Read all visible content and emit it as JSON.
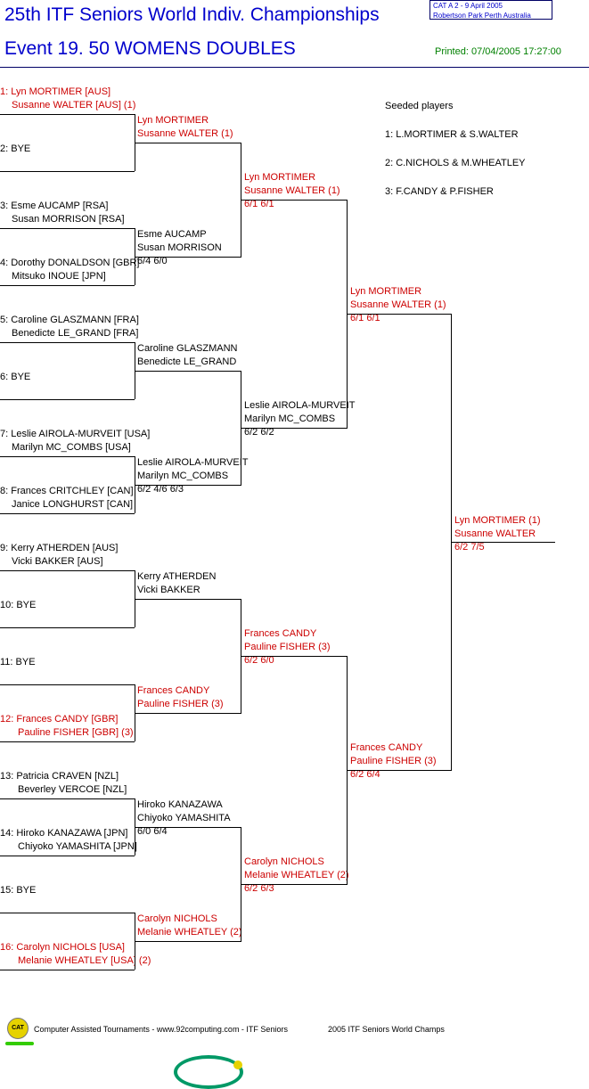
{
  "header": {
    "title": "25th ITF Seniors World Indiv. Championships",
    "event": "Event 19. 50 WOMENS DOUBLES",
    "cat_line1": "CAT A   2 - 9 April 2005",
    "cat_line2": "Robertson Park Perth    Australia",
    "printed": "Printed: 07/04/2005 17:27:00"
  },
  "seeds": {
    "heading": "Seeded players",
    "items": [
      "1: L.MORTIMER & S.WALTER",
      "2: C.NICHOLS & M.WHEATLEY",
      "3: F.CANDY & P.FISHER"
    ]
  },
  "r1": [
    {
      "a": "1: Lyn MORTIMER [AUS]",
      "b": "Susanne WALTER [AUS] (1)",
      "c": "red"
    },
    {
      "a": "2: BYE",
      "b": "",
      "c": "blk"
    },
    {
      "a": "3: Esme AUCAMP [RSA]",
      "b": "Susan MORRISON [RSA]",
      "c": "blk"
    },
    {
      "a": "4: Dorothy DONALDSON [GBR]",
      "b": "Mitsuko INOUE [JPN]",
      "c": "blk"
    },
    {
      "a": "5: Caroline GLASZMANN [FRA]",
      "b": "Benedicte LE_GRAND [FRA]",
      "c": "blk"
    },
    {
      "a": "6: BYE",
      "b": "",
      "c": "blk"
    },
    {
      "a": "7: Leslie AIROLA-MURVEIT [USA]",
      "b": "Marilyn MC_COMBS [USA]",
      "c": "blk"
    },
    {
      "a": "8: Frances CRITCHLEY [CAN]",
      "b": "Janice LONGHURST [CAN]",
      "c": "blk"
    },
    {
      "a": "9: Kerry ATHERDEN [AUS]",
      "b": "Vicki BAKKER [AUS]",
      "c": "blk"
    },
    {
      "a": "10: BYE",
      "b": "",
      "c": "blk"
    },
    {
      "a": "11: BYE",
      "b": "",
      "c": "blk"
    },
    {
      "a": "12: Frances CANDY [GBR]",
      "b": "Pauline FISHER [GBR] (3)",
      "c": "red"
    },
    {
      "a": "13: Patricia CRAVEN [NZL]",
      "b": "Beverley VERCOE [NZL]",
      "c": "blk"
    },
    {
      "a": "14: Hiroko KANAZAWA [JPN]",
      "b": "Chiyoko YAMASHITA [JPN]",
      "c": "blk"
    },
    {
      "a": "15: BYE",
      "b": "",
      "c": "blk"
    },
    {
      "a": "16: Carolyn NICHOLS [USA]",
      "b": "Melanie WHEATLEY [USA] (2)",
      "c": "red"
    }
  ],
  "r2": [
    {
      "a": "Lyn MORTIMER",
      "b": "Susanne WALTER (1)",
      "s": "",
      "c": "red"
    },
    {
      "a": "Esme AUCAMP",
      "b": "Susan MORRISON",
      "s": "6/4 6/0",
      "c": "blk"
    },
    {
      "a": "Caroline GLASZMANN",
      "b": "Benedicte LE_GRAND",
      "s": "",
      "c": "blk"
    },
    {
      "a": "Leslie AIROLA-MURVEIT",
      "b": "Marilyn MC_COMBS",
      "s": "6/2 4/6 6/3",
      "c": "blk"
    },
    {
      "a": "Kerry ATHERDEN",
      "b": "Vicki BAKKER",
      "s": "",
      "c": "blk"
    },
    {
      "a": "Frances CANDY",
      "b": "Pauline FISHER (3)",
      "s": "",
      "c": "red"
    },
    {
      "a": "Hiroko KANAZAWA",
      "b": "Chiyoko YAMASHITA",
      "s": "6/0 6/4",
      "c": "blk"
    },
    {
      "a": "Carolyn NICHOLS",
      "b": "Melanie WHEATLEY (2)",
      "s": "",
      "c": "red"
    }
  ],
  "r3": [
    {
      "a": "Lyn MORTIMER",
      "b": "Susanne WALTER (1)",
      "s": "6/1 6/1",
      "c": "red"
    },
    {
      "a": "Leslie AIROLA-MURVEIT",
      "b": "Marilyn MC_COMBS",
      "s": "6/2 6/2",
      "c": "blk"
    },
    {
      "a": "Frances CANDY",
      "b": "Pauline FISHER (3)",
      "s": "6/2 6/0",
      "c": "red"
    },
    {
      "a": "Carolyn NICHOLS",
      "b": "Melanie WHEATLEY (2)",
      "s": "6/2 6/3",
      "c": "red"
    }
  ],
  "r4": [
    {
      "a": "Lyn MORTIMER",
      "b": "Susanne WALTER (1)",
      "s": "6/1 6/1",
      "c": "red"
    },
    {
      "a": "Frances CANDY",
      "b": "Pauline FISHER (3)",
      "s": "6/2 6/4",
      "c": "red"
    }
  ],
  "final": {
    "a": "Lyn MORTIMER (1)",
    "b": "Susanne WALTER",
    "s": "6/2 7/5",
    "c": "red"
  },
  "footer": {
    "logo": "CAT",
    "credit": "Computer Assisted Tournaments - www.92computing.com -  ITF Seniors",
    "event": "2005 ITF Seniors World Champs"
  },
  "colors": {
    "red": "#cc0000",
    "black": "#000000",
    "blue": "#0000cc",
    "green": "#008000"
  }
}
